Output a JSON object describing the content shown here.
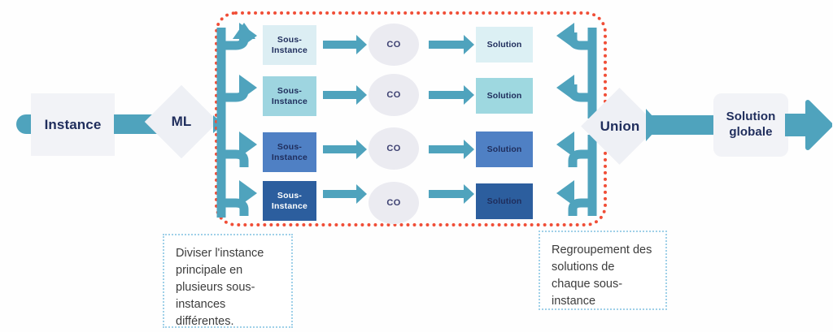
{
  "diagram": {
    "title": "Decomposition and recomposition workflow",
    "background": "#fefefe",
    "accent_teal": "#4fa3bd",
    "accent_red": "#f04e37",
    "accent_navy": "#1f2d5c",
    "caption_border": "#9fd0e8"
  },
  "input": {
    "label": "Instance",
    "box_fill": "#f2f3f7",
    "stub_name": "input-connector-stub"
  },
  "ml": {
    "label": "ML",
    "shape": "diamond",
    "fill": "#eef0f5"
  },
  "split_region": {
    "border_style": "red-dotted",
    "border_color": "#f04e37"
  },
  "rows": [
    {
      "sub_instance": "Sous-\nInstance",
      "sub_instance_line1": "Sous-",
      "sub_instance_line2": "Instance",
      "sub_fill": "#dceef3",
      "sub_text_color": "#1f2d5c",
      "operator": "CO",
      "solution": "Solution",
      "sol_fill": "#dcf0f4",
      "sol_text_color": "#1f2d5c"
    },
    {
      "sub_instance": "Sous-\nInstance",
      "sub_instance_line1": "Sous-",
      "sub_instance_line2": "Instance",
      "sub_fill": "#9ed5e0",
      "sub_text_color": "#1f2d5c",
      "operator": "CO",
      "solution": "Solution",
      "sol_fill": "#9ed8e0",
      "sol_text_color": "#1f2d5c"
    },
    {
      "sub_instance": "Sous-\nInstance",
      "sub_instance_line1": "Sous-",
      "sub_instance_line2": "Instance",
      "sub_fill": "#4f80c4",
      "sub_text_color": "#1f2d5c",
      "operator": "CO",
      "solution": "Solution",
      "sol_fill": "#4f80c4",
      "sol_text_color": "#1f2d5c"
    },
    {
      "sub_instance": "Sous-\nInstance",
      "sub_instance_line1": "Sous-",
      "sub_instance_line2": "Instance",
      "sub_fill": "#2c5e9e",
      "sub_text_color": "#ffffff",
      "operator": "CO",
      "solution": "Solution",
      "sol_fill": "#2c5e9e",
      "sol_text_color": "#1f2d5c"
    }
  ],
  "union": {
    "label": "Union",
    "shape": "diamond",
    "fill": "#eef0f5"
  },
  "output": {
    "label": "Solution globale",
    "line1": "Solution",
    "line2": "globale",
    "box_fill": "#f2f3f7"
  },
  "captions": {
    "left": "Diviser l'instance principale en plusieurs sous-instances différentes.",
    "right": "Regroupement des solutions de chaque sous-instance"
  }
}
